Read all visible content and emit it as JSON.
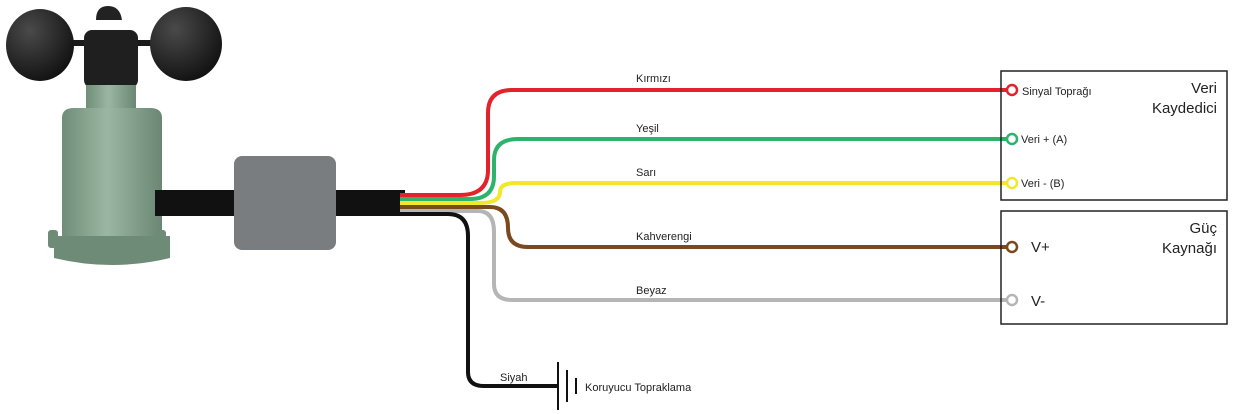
{
  "wires": [
    {
      "id": "red",
      "label": "Kırmızı",
      "color": "#e3232b"
    },
    {
      "id": "green",
      "label": "Yeşil",
      "color": "#2db36a"
    },
    {
      "id": "yellow",
      "label": "Sarı",
      "color": "#f2e829"
    },
    {
      "id": "brown",
      "label": "Kahverengi",
      "color": "#7a4a1f"
    },
    {
      "id": "white",
      "label": "Beyaz",
      "color": "#b5b5b5"
    },
    {
      "id": "black",
      "label": "Siyah",
      "color": "#111111"
    }
  ],
  "logger": {
    "title_line1": "Veri",
    "title_line2": "Kaydedici",
    "terminals": [
      "Sinyal Toprağı",
      "Veri + (A)",
      "Veri - (B)"
    ]
  },
  "power": {
    "title_line1": "Güç",
    "title_line2": "Kaynağı",
    "terminals": [
      "V+",
      "V-"
    ]
  },
  "ground": {
    "label": "Koruyucu Topraklama"
  },
  "colors": {
    "sensor_body": "#8aa893",
    "sensor_dark": "#5f7a67",
    "cups": "#1a1a1a",
    "junction_box": "#7a7d80",
    "cable": "#111111"
  }
}
